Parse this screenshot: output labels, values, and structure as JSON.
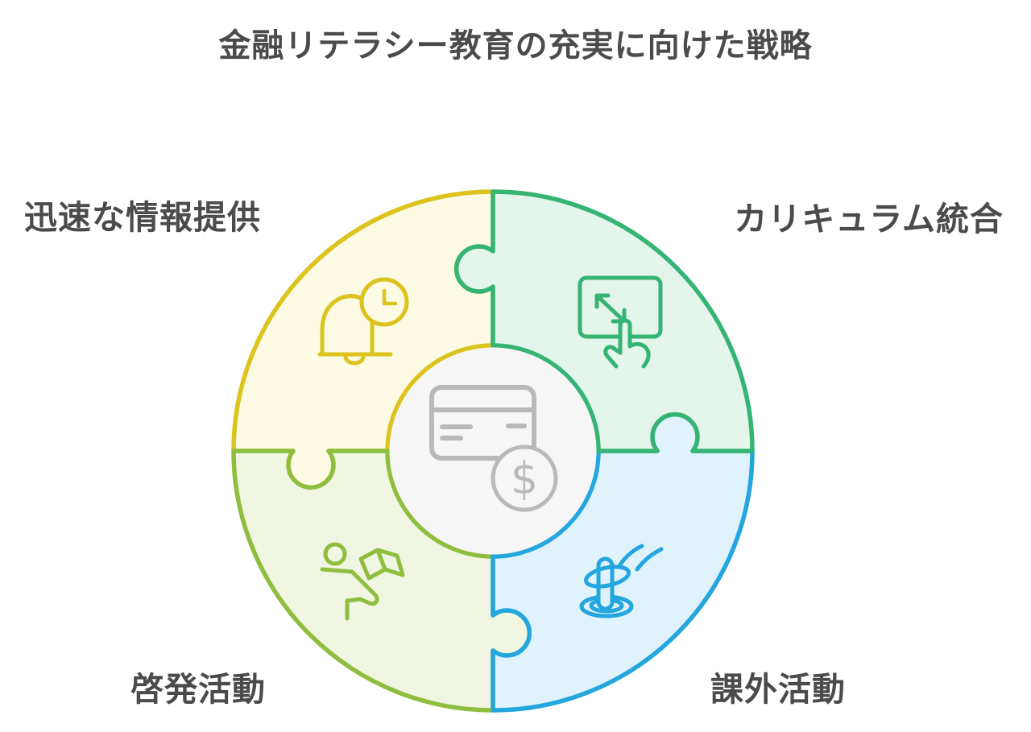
{
  "title": "金融リテラシー教育の充実に向けた戦略",
  "background_color": "#ffffff",
  "text_color": "#4b4b4b",
  "diagram": {
    "type": "puzzle-circle-4-segments",
    "center": {
      "icon": "credit-card-dollar-icon",
      "currency_symbol": "$",
      "bg_color": "#f6f6f6",
      "icon_color": "#b9b9b9"
    },
    "segments": [
      {
        "position": "top-left",
        "label": "迅速な情報提供",
        "icon": "bell-clock-icon",
        "stroke_color": "#ddc31e",
        "fill_color": "#fdfbe4"
      },
      {
        "position": "top-right",
        "label": "カリキュラム統合",
        "icon": "screen-touch-icon",
        "stroke_color": "#35b473",
        "fill_color": "#e4f5eb"
      },
      {
        "position": "bottom-right",
        "label": "課外活動",
        "icon": "ring-toss-icon",
        "stroke_color": "#24a6de",
        "fill_color": "#e0f3fc"
      },
      {
        "position": "bottom-left",
        "label": "啓発活動",
        "icon": "person-reading-icon",
        "stroke_color": "#8fbe3f",
        "fill_color": "#f0f6e2"
      }
    ]
  }
}
